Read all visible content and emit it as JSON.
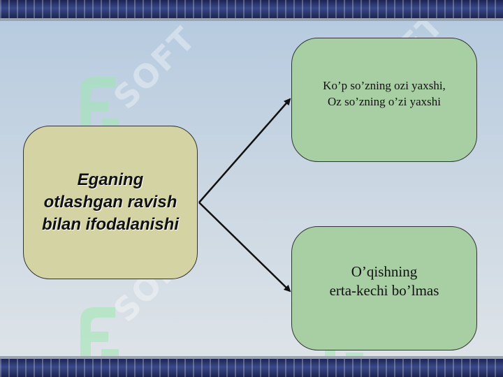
{
  "watermark": "SOFT",
  "main_box": {
    "lines": [
      "Eganing",
      "otlashgan ravish",
      "bilan ifodalanishi"
    ]
  },
  "top_box": {
    "lines": [
      "Ko’p so’zning ozi yaxshi,",
      "Oz so’zning o’zi yaxshi"
    ]
  },
  "bottom_box": {
    "lines": [
      "O’qishning",
      "erta-kechi bo’lmas"
    ]
  },
  "colors": {
    "main_box": "#d4d3a4",
    "branch_boxes": "#a8cfa4",
    "arrow": "#111111"
  }
}
